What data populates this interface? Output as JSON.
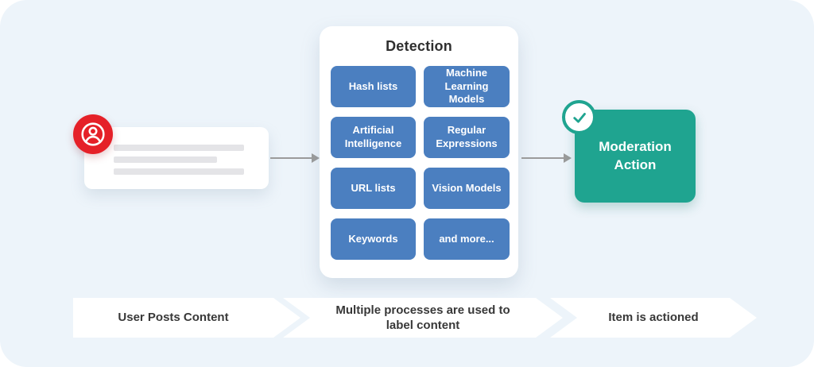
{
  "palette": {
    "background": "#edf4fa",
    "method_blue": "#4b7fc0",
    "action_teal": "#1fa490",
    "user_red": "#e52028",
    "arrow_gray": "#9b9b9b",
    "text_dark": "#383838",
    "card_white": "#ffffff"
  },
  "user_post": {
    "icon": "user-icon"
  },
  "detection": {
    "title": "Detection",
    "methods": [
      "Hash lists",
      "Machine Learning Models",
      "Artificial Intelligence",
      "Regular Expressions",
      "URL lists",
      "Vision Models",
      "Keywords",
      "and more..."
    ]
  },
  "moderation": {
    "icon": "check-icon",
    "label": "Moderation Action"
  },
  "steps": [
    "User Posts Content",
    "Multiple processes are used to label content",
    "Item is actioned"
  ]
}
